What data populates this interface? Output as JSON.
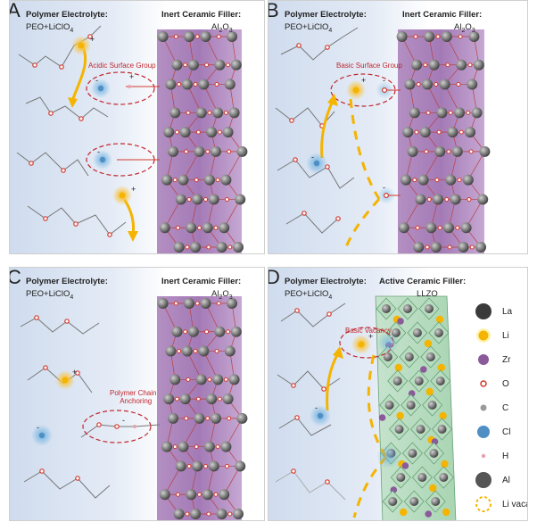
{
  "panels": {
    "A": {
      "letter": "A",
      "left_title": "Polymer Electrolyte:",
      "left_sub_main": "PEO+LiClO",
      "left_sub_idx": "4",
      "right_title": "Inert Ceramic Filler:",
      "right_sub_main": "Al",
      "right_sub_idx1": "2",
      "right_sub_o": "O",
      "right_sub_idx2": "3",
      "annotation": "Acidic Surface Group"
    },
    "B": {
      "letter": "B",
      "left_title": "Polymer Electrolyte:",
      "left_sub_main": "PEO+LiClO",
      "left_sub_idx": "4",
      "right_title": "Inert Ceramic Filler:",
      "right_sub_main": "Al",
      "right_sub_idx1": "2",
      "right_sub_o": "O",
      "right_sub_idx2": "3",
      "annotation": "Basic Surface Group"
    },
    "C": {
      "letter": "C",
      "left_title": "Polymer Electrolyte:",
      "left_sub_main": "PEO+LiClO",
      "left_sub_idx": "4",
      "right_title": "Inert Ceramic Filler:",
      "right_sub_main": "Al",
      "right_sub_idx1": "2",
      "right_sub_o": "O",
      "right_sub_idx2": "3",
      "annotation_line1": "Polymer Chain",
      "annotation_line2": "Anchoring"
    },
    "D": {
      "letter": "D",
      "left_title": "Polymer Electrolyte:",
      "left_sub_main": "PEO+LiClO",
      "left_sub_idx": "4",
      "right_title": "Active Ceramic Filler:",
      "right_sub": "LLZO",
      "annotation": "Basic Vacancy"
    }
  },
  "charges": {
    "plus": "+",
    "minus": "-"
  },
  "legend": [
    {
      "label": "La",
      "icon": "la-atom-icon",
      "color": "#3a3a3a"
    },
    {
      "label": "Li",
      "icon": "li-atom-icon",
      "color": "#f4b400"
    },
    {
      "label": "Zr",
      "icon": "zr-atom-icon",
      "color": "#8a5a9a"
    },
    {
      "label": "O",
      "icon": "o-atom-icon",
      "color": "#d23a2e"
    },
    {
      "label": "C",
      "icon": "c-atom-icon",
      "color": "#9a9a9a"
    },
    {
      "label": "Cl",
      "icon": "cl-atom-icon",
      "color": "#4f8fc4"
    },
    {
      "label": "H",
      "icon": "h-atom-icon",
      "color": "#e6a3ad"
    },
    {
      "label": "Al",
      "icon": "al-atom-icon",
      "color": "#555555"
    },
    {
      "label": "Li vacancy",
      "icon": "li-vacancy-icon",
      "color": "#f4b400"
    }
  ]
}
